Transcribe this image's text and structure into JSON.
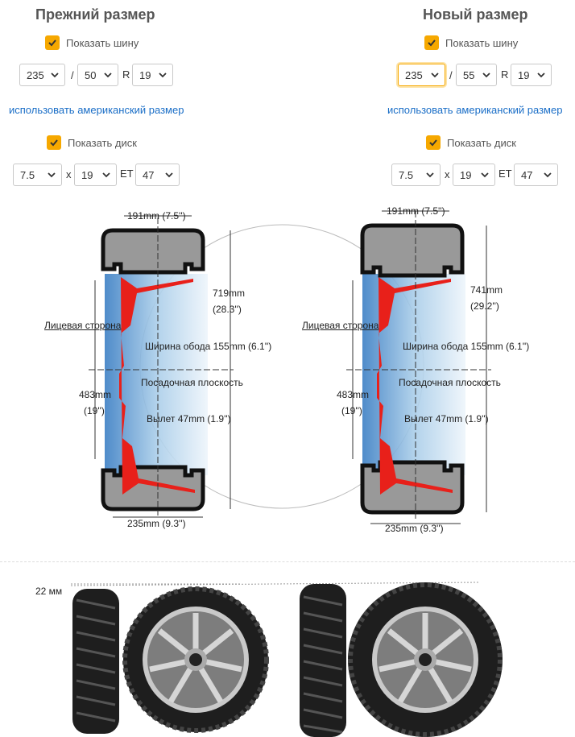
{
  "old": {
    "title": "Прежний размер",
    "show_tire_label": "Показать шину",
    "width": "235",
    "profile": "50",
    "r_label": "R",
    "diameter": "19",
    "us_link": "использовать американский размер",
    "show_disc_label": "Показать диск",
    "rim_width": "7.5",
    "x_label": "x",
    "rim_diameter": "19",
    "et_label": "ET",
    "et": "47",
    "diagram": {
      "top_dim": "191mm (7.5'')",
      "outer_dia": "719mm",
      "outer_dia_in": "(28.3'')",
      "face_label": "Лицевая сторона",
      "rim_width_label": "Ширина обода 155mm (6.1'')",
      "seat_label": "Посадочная плоскость",
      "rim_dia": "483mm",
      "rim_dia_in": "(19'')",
      "offset_label": "Вылет 47mm (1.9'')",
      "bottom_dim": "235mm (9.3'')"
    }
  },
  "new": {
    "title": "Новый размер",
    "show_tire_label": "Показать шину",
    "width": "235",
    "profile": "55",
    "r_label": "R",
    "diameter": "19",
    "us_link": "использовать американский размер",
    "show_disc_label": "Показать диск",
    "rim_width": "7.5",
    "x_label": "x",
    "rim_diameter": "19",
    "et_label": "ET",
    "et": "47",
    "diagram": {
      "top_dim": "191mm (7.5'')",
      "outer_dia": "741mm",
      "outer_dia_in": "(29.2'')",
      "face_label": "Лицевая сторона",
      "rim_width_label": "Ширина обода  155mm (6.1'')",
      "seat_label": "Посадочная плоскость",
      "rim_dia": "483mm",
      "rim_dia_in": "(19'')",
      "offset_label": "Вылет 47mm (1.9'')",
      "bottom_dim": "235mm (9.3'')"
    }
  },
  "difference_label": "22 мм",
  "colors": {
    "accent": "#f6a800",
    "link": "#1a6ec7",
    "red": "#e8201a"
  }
}
